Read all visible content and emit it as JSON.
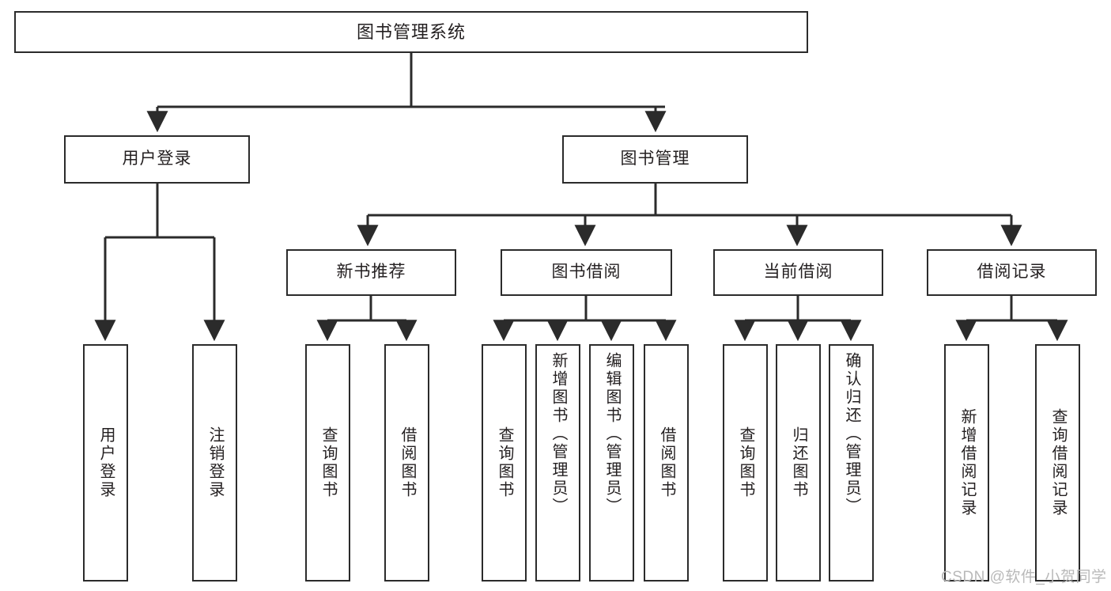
{
  "diagram": {
    "title": "图书管理系统",
    "watermark": "CSDN @软件_小贺同学",
    "colors": {
      "stroke": "#2b2b2b",
      "fill": "#ffffff",
      "text": "#231f20",
      "watermark": "#b9b9b9"
    },
    "levels": {
      "root": "图书管理系统",
      "level2": [
        "用户登录",
        "图书管理"
      ],
      "level3": [
        "新书推荐",
        "图书借阅",
        "当前借阅",
        "借阅记录"
      ]
    },
    "nodes": {
      "root": {
        "label": "图书管理系统"
      },
      "user_login": {
        "label": "用户登录"
      },
      "book_manage": {
        "label": "图书管理"
      },
      "new_book_rec": {
        "label": "新书推荐"
      },
      "book_borrow": {
        "label": "图书借阅"
      },
      "current_borrow": {
        "label": "当前借阅"
      },
      "borrow_record": {
        "label": "借阅记录"
      },
      "leaf_user_login": {
        "label": "用户登录"
      },
      "leaf_logout": {
        "label": "注销登录"
      },
      "leaf_query_book_1": {
        "label": "查询图书"
      },
      "leaf_borrow_book_1": {
        "label": "借阅图书"
      },
      "leaf_query_book_2": {
        "label": "查询图书"
      },
      "leaf_add_book": {
        "label": "新增图书（管理员）"
      },
      "leaf_edit_book": {
        "label": "编辑图书（管理员）"
      },
      "leaf_borrow_book_2": {
        "label": "借阅图书"
      },
      "leaf_query_book_3": {
        "label": "查询图书"
      },
      "leaf_return_book": {
        "label": "归还图书"
      },
      "leaf_confirm_return": {
        "label": "确认归还（管理员）"
      },
      "leaf_add_record": {
        "label": "新增借阅记录"
      },
      "leaf_query_record": {
        "label": "查询借阅记录"
      }
    },
    "tree": {
      "图书管理系统": [
        "用户登录",
        "图书管理"
      ],
      "用户登录": [
        "用户登录",
        "注销登录"
      ],
      "图书管理": [
        "新书推荐",
        "图书借阅",
        "当前借阅",
        "借阅记录"
      ],
      "新书推荐": [
        "查询图书",
        "借阅图书"
      ],
      "图书借阅": [
        "查询图书",
        "新增图书（管理员）",
        "编辑图书（管理员）",
        "借阅图书"
      ],
      "当前借阅": [
        "查询图书",
        "归还图书",
        "确认归还（管理员）"
      ],
      "借阅记录": [
        "新增借阅记录",
        "查询借阅记录"
      ]
    }
  }
}
